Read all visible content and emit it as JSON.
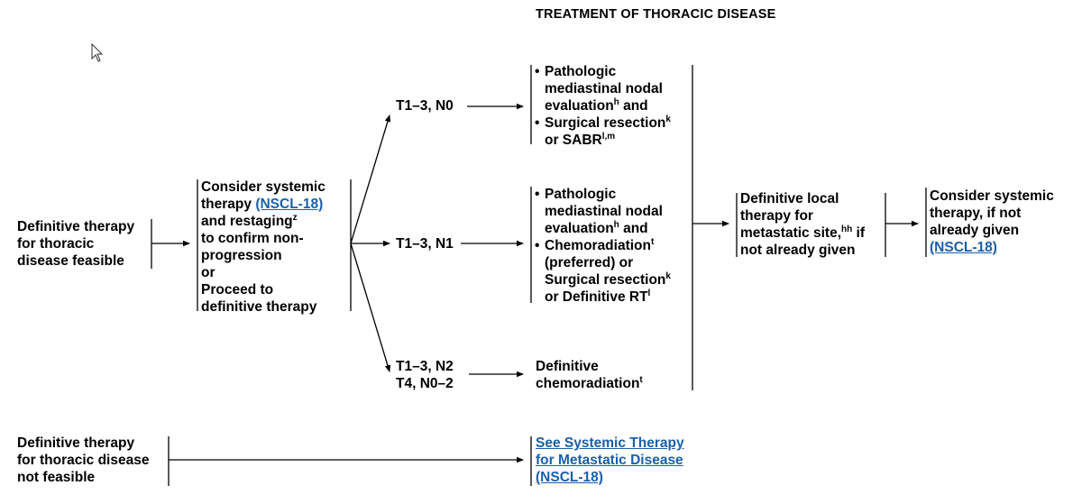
{
  "title": "TREATMENT OF THORACIC DISEASE",
  "feasible": [
    "Definitive therapy",
    "for thoracic",
    "disease feasible"
  ],
  "not_feasible": [
    "Definitive therapy",
    "for thoracic disease",
    "not feasible"
  ],
  "consider_box": {
    "l1": "Consider systemic",
    "l2_text": "therapy",
    "l2_link": "(NSCL-18)",
    "l3_text": "and restaging",
    "l3_sup": "z",
    "l4": "to confirm non-",
    "l5": "progression",
    "l6": "or",
    "l7": "Proceed to",
    "l8": "definitive therapy"
  },
  "stages": {
    "n0": "T1–3, N0",
    "n1": "T1–3, N1",
    "n2_l1": "T1–3, N2",
    "n2_l2": "T4, N0–2"
  },
  "n0_box": {
    "b1_l1": "Pathologic",
    "b1_l2": "mediastinal nodal",
    "b1_l3_text": "evaluation",
    "b1_l3_sup": "h",
    "b1_l3_tail": " and",
    "b2_l1_text": "Surgical resection",
    "b2_l1_sup": "k",
    "b2_l2_text": "or SABR",
    "b2_l2_sup": "l,m"
  },
  "n1_box": {
    "b1_l1": "Pathologic",
    "b1_l2": "mediastinal nodal",
    "b1_l3_text": "evaluation",
    "b1_l3_sup": "h",
    "b1_l3_tail": " and",
    "b2_l1_text": "Chemoradiation",
    "b2_l1_sup": "t",
    "b2_l2": "(preferred) or",
    "b2_l3_text": "Surgical resection",
    "b2_l3_sup": "k",
    "b2_l4_text": "or Definitive RT",
    "b2_l4_sup": "l"
  },
  "n2_box": {
    "l1": "Definitive",
    "l2_text": "chemoradiation",
    "l2_sup": "t"
  },
  "local_box": {
    "l1": "Definitive local",
    "l2": "therapy for",
    "l3_text": "metastatic site,",
    "l3_sup": "hh",
    "l3_tail": " if",
    "l4": "not already given"
  },
  "final_box": {
    "l1": "Consider systemic",
    "l2": "therapy, if not",
    "l3": "already given",
    "l4_link": "(NSCL-18)"
  },
  "systemic_link": {
    "l1": "See Systemic Therapy",
    "l2": "for Metastatic Disease",
    "l3": "(NSCL-18)"
  },
  "colors": {
    "link": "#1a5fa8",
    "line": "#000000"
  },
  "icons": [
    "mouse-pointer-icon"
  ]
}
